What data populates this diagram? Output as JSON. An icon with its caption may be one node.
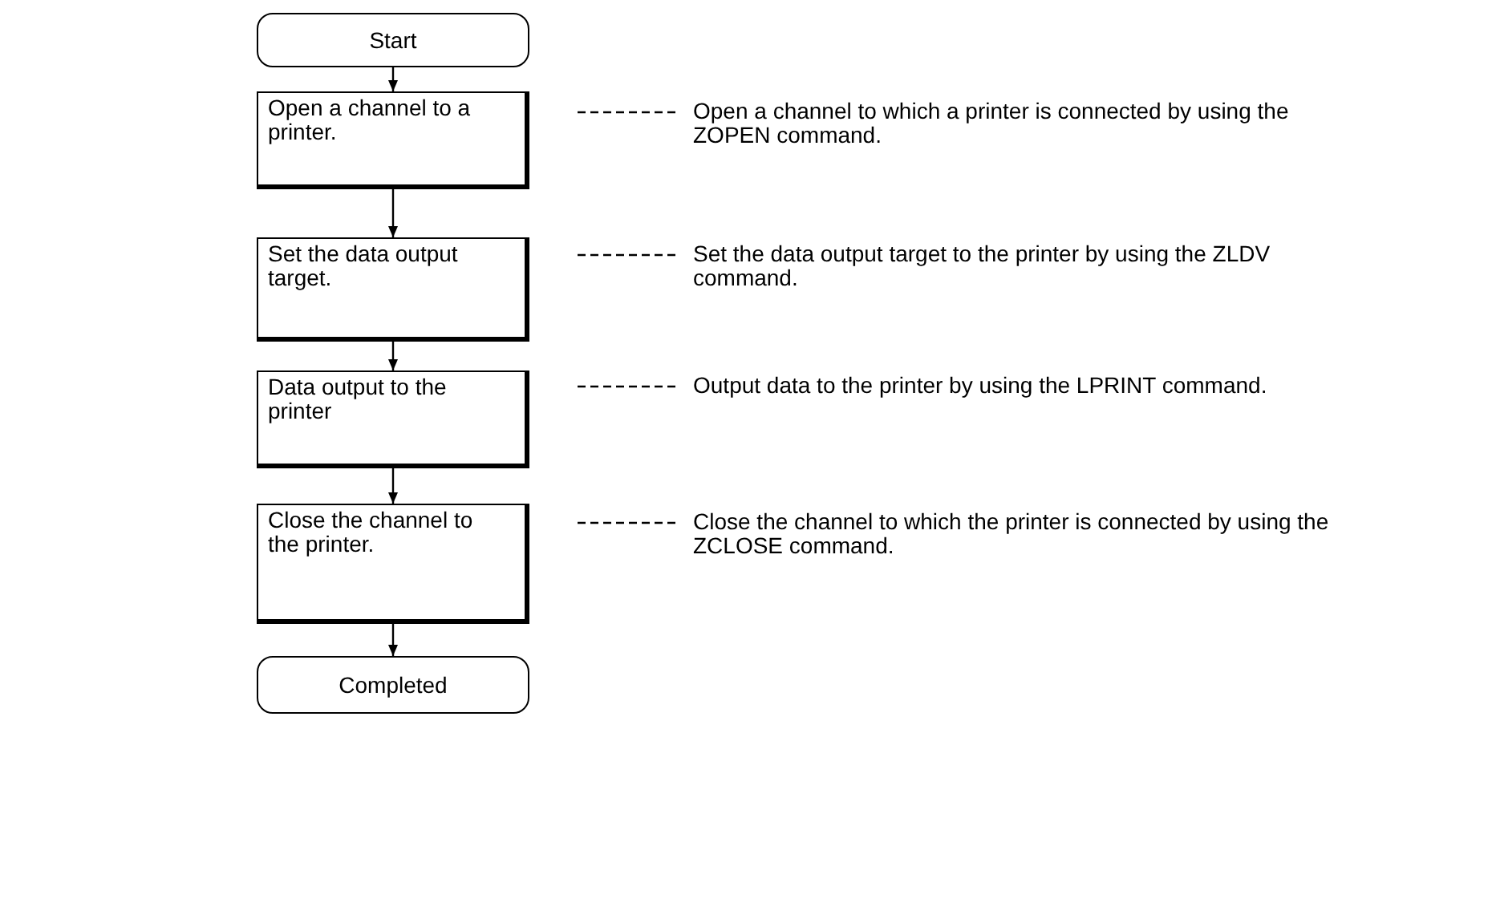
{
  "diagram": {
    "nodes": [
      {
        "text": [
          "Start"
        ]
      },
      {
        "text": [
          "Open a channel to a printer."
        ]
      },
      {
        "text": [
          "Set the data output target."
        ]
      },
      {
        "text": [
          "Data output to the printer"
        ]
      },
      {
        "text": [
          "Close the channel to the printer."
        ]
      },
      {
        "text": [
          "Completed"
        ]
      },
      {
        "text": [
          "Open a channel to which a printer is connected by using the ZOPEN command."
        ]
      },
      {
        "text": [
          "Set the data output target to the printer by using the ZLDV command."
        ]
      },
      {
        "text": [
          "Output data to the printer by using the LPRINT command."
        ]
      },
      {
        "text": [
          "Close the channel to which the printer is connected by using the ZCLOSE command."
        ]
      }
    ],
    "edges": [
      {
        "from": 0,
        "to": 1,
        "arrow": "to"
      },
      {
        "from": 1,
        "to": 2,
        "arrow": "to"
      },
      {
        "from": 2,
        "to": 3,
        "arrow": "to"
      },
      {
        "from": 3,
        "to": 4,
        "arrow": "to"
      },
      {
        "from": 4,
        "to": 5,
        "arrow": "to"
      },
      {
        "from": 1,
        "to": 6,
        "arrow": "none",
        "style": "dashed"
      },
      {
        "from": 2,
        "to": 7,
        "arrow": "none",
        "style": "dashed"
      },
      {
        "from": 3,
        "to": 8,
        "arrow": "none",
        "style": "dashed"
      },
      {
        "from": 4,
        "to": 9,
        "arrow": "none",
        "style": "dashed"
      }
    ]
  }
}
